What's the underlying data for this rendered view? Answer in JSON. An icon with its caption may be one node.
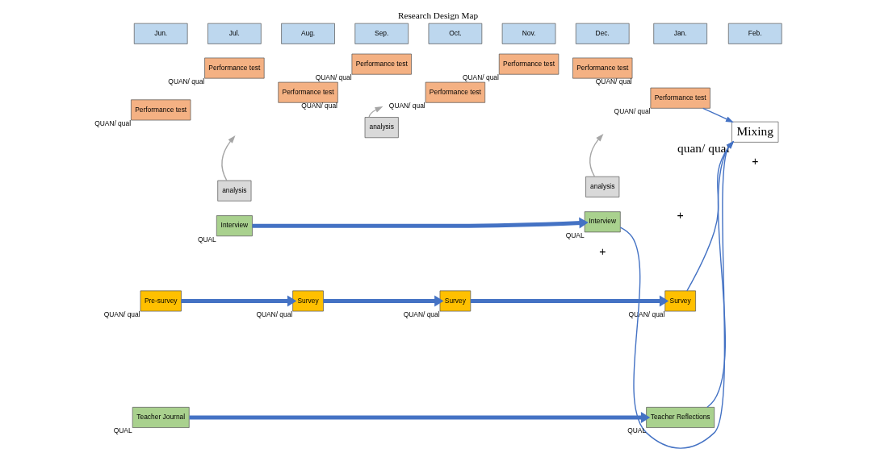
{
  "diagram": {
    "title": "Research Design Map",
    "nodes": [
      {
        "text": [
          "Jun."
        ]
      },
      {
        "text": [
          "Jul."
        ]
      },
      {
        "text": [
          "Aug."
        ]
      },
      {
        "text": [
          "Sep."
        ]
      },
      {
        "text": [
          "Oct."
        ]
      },
      {
        "text": [
          "Nov."
        ]
      },
      {
        "text": [
          "Dec."
        ]
      },
      {
        "text": [
          "Jan."
        ]
      },
      {
        "text": [
          "Feb."
        ]
      },
      {
        "text": [
          "Performance test"
        ],
        "beside": [
          "QUAN/ qual"
        ]
      },
      {
        "text": [
          "Performance test"
        ],
        "beside": [
          "QUAN/ qual"
        ]
      },
      {
        "text": [
          "Performance test"
        ],
        "beside": [
          "QUAN/ qual"
        ]
      },
      {
        "text": [
          "Performance test"
        ],
        "beside": [
          "QUAN/ qual"
        ]
      },
      {
        "text": [
          "Performance test"
        ],
        "beside": [
          "QUAN/ qual"
        ]
      },
      {
        "text": [
          "Performance test"
        ],
        "beside": [
          "QUAN/ qual"
        ]
      },
      {
        "text": [
          "Performance test"
        ],
        "beside": [
          "QUAN/ qual"
        ]
      },
      {
        "text": [
          "Performance test"
        ],
        "beside": [
          "QUAN/ qual"
        ]
      },
      {
        "text": [
          "Pre-survey"
        ],
        "beside": [
          "QUAN/ qual"
        ]
      },
      {
        "text": [
          "Survey"
        ],
        "beside": [
          "QUAN/ qual"
        ]
      },
      {
        "text": [
          "Survey"
        ],
        "beside": [
          "QUAN/ qual"
        ]
      },
      {
        "text": [
          "Survey"
        ],
        "beside": [
          "QUAN/ qual"
        ]
      },
      {
        "text": [
          "analysis"
        ]
      },
      {
        "text": [
          "analysis"
        ]
      },
      {
        "text": [
          "analysis"
        ]
      },
      {
        "text": [
          "Mixing"
        ],
        "beside": [
          "quan/ qual"
        ]
      },
      {
        "text": [
          "Interview"
        ],
        "beside": [
          "QUAL"
        ]
      },
      {
        "text": [
          "Interview"
        ],
        "beside": [
          "QUAL"
        ]
      },
      {
        "text": [
          "Teacher Journal"
        ],
        "beside": [
          "QUAL"
        ]
      },
      {
        "text": [
          "Teacher Reflections"
        ],
        "beside": [
          "QUAL"
        ]
      }
    ],
    "edges": [
      {
        "from": 17,
        "to": 18,
        "arrow": "to",
        "style": "thick"
      },
      {
        "from": 18,
        "to": 19,
        "arrow": "to",
        "style": "thick"
      },
      {
        "from": 19,
        "to": 20,
        "arrow": "to",
        "style": "thick"
      },
      {
        "from": 21,
        "to": null,
        "arrow": "to",
        "color": "#a6a6a6"
      },
      {
        "from": 22,
        "to": null,
        "arrow": "to",
        "color": "#a6a6a6"
      },
      {
        "from": 23,
        "to": null,
        "arrow": "to",
        "color": "#a6a6a6"
      },
      {
        "from": 16,
        "to": 24,
        "arrow": "to"
      },
      {
        "from": 20,
        "to": 24,
        "arrow": "to"
      },
      {
        "from": 25,
        "to": 26,
        "arrow": "to",
        "style": "thick"
      },
      {
        "from": 26,
        "to": 24,
        "arrow": "to"
      },
      {
        "from": 27,
        "to": 28,
        "arrow": "to",
        "style": "thick"
      },
      {
        "from": 28,
        "to": 24,
        "arrow": "to"
      }
    ],
    "labels": [
      "+",
      "+",
      "+"
    ]
  }
}
